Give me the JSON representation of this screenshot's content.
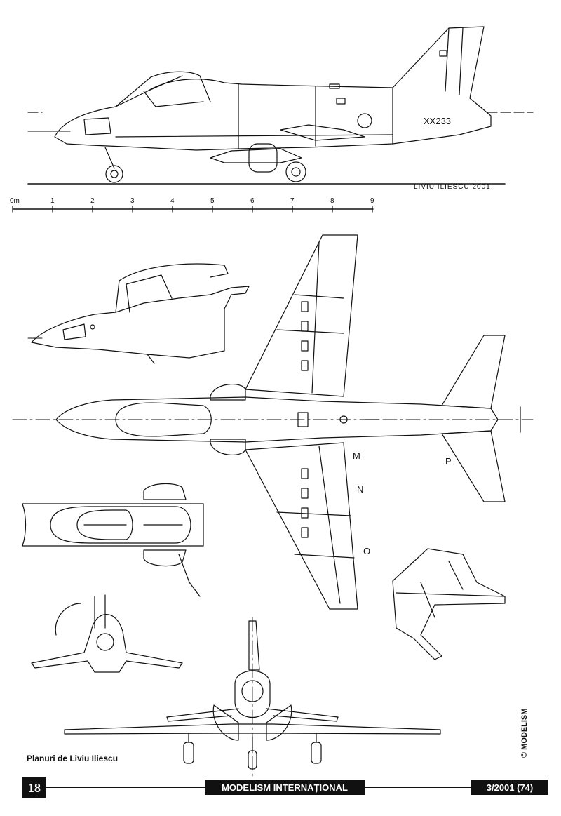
{
  "drawing": {
    "aircraft_code": "XX233",
    "credit_top": "LIVIU   ILIESCU    2001",
    "scale_ticks": [
      "0m",
      "1",
      "2",
      "3",
      "4",
      "5",
      "6",
      "7",
      "8",
      "9"
    ],
    "section_marks": [
      "M",
      "N",
      "O",
      "P"
    ],
    "credit_bottom": "Planuri de Liviu Iliescu",
    "copyright": "© MODELISM"
  },
  "footer": {
    "page_number": "18",
    "magazine": "MODELISM INTERNAȚIONAL",
    "issue": "3/2001 (74)"
  }
}
